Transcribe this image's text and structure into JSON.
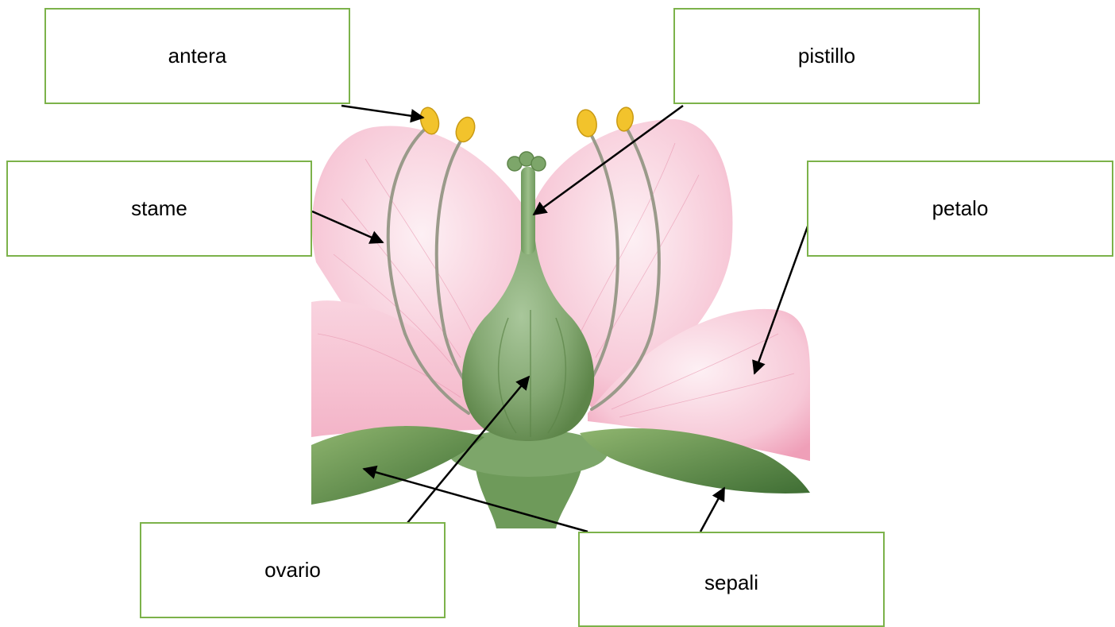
{
  "labels": {
    "antera": "antera",
    "pistillo": "pistillo",
    "stame": "stame",
    "petalo": "petalo",
    "ovario": "ovario",
    "sepali": "sepali"
  },
  "colors": {
    "box_border": "#7cb24a",
    "petal": "#f6c6d4",
    "petal_vein": "#e48aa6",
    "green": "#7fa86b",
    "dark_green": "#4f7a3c",
    "anther": "#f2c32c",
    "filament": "#9a9a8a",
    "arrow": "#000000"
  }
}
